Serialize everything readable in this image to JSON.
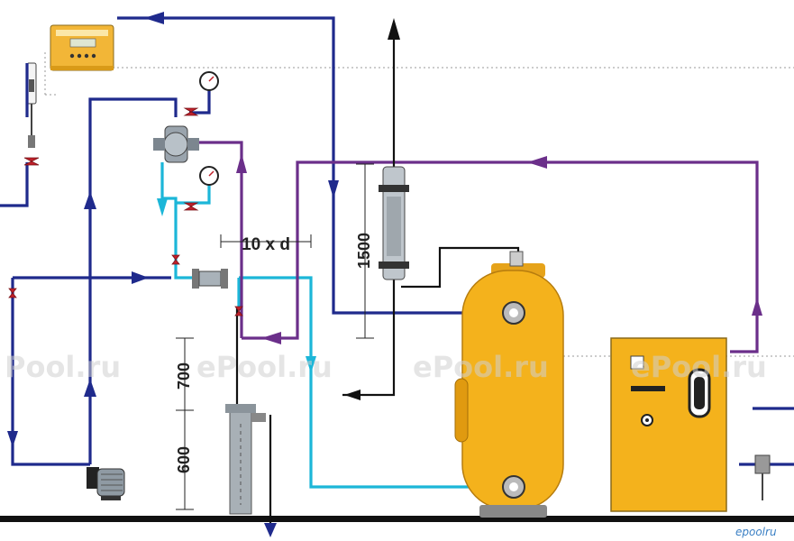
{
  "labels": {
    "pipe_spacing": "10 x d",
    "height_upper": "700",
    "height_lower": "600",
    "height_total": "1500"
  },
  "watermarks": [
    "Pool.ru",
    "ePool.ru",
    "ePool.ru",
    "ePool.ru"
  ],
  "brand_mark": "epoolru",
  "colors": {
    "supply_navy": "#1f2a8c",
    "return_cyan": "#1cb6d8",
    "bypass_purple": "#6b2f8a",
    "tank_yellow": "#f4b21c",
    "floor": "#111111",
    "valve_red": "#c0202a"
  }
}
